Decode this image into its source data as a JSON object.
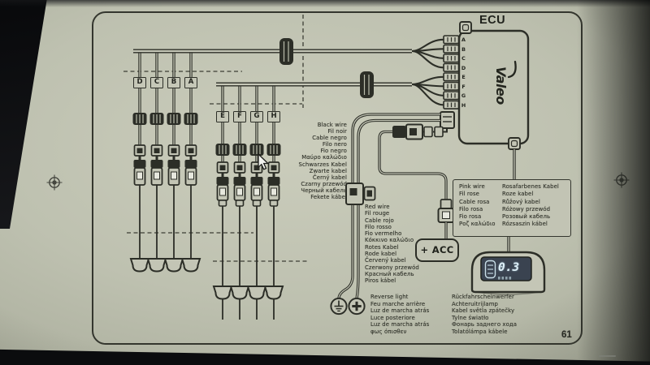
{
  "page": {
    "number": "61"
  },
  "diagram": {
    "ecu_label": "ECU",
    "brand": "Valeo",
    "acc_label": "+ ACC",
    "display_value": "0.3",
    "connectors": {
      "front": [
        "D",
        "C",
        "B",
        "A"
      ],
      "rear": [
        "E",
        "F",
        "G",
        "H"
      ],
      "ecu_pins": [
        "A",
        "B",
        "C",
        "D",
        "E",
        "F",
        "G",
        "H"
      ]
    },
    "labels": {
      "black_wire": [
        "Black wire",
        "Fil noir",
        "Cable negro",
        "Filo nero",
        "Fio negro",
        "Μαύρο καλώδιο",
        "Schwarzes Kabel",
        "Zwarte kabel",
        "Černý kabel",
        "Czarny przewód",
        "Черный кабель",
        "Fekete kábel"
      ],
      "red_wire": [
        "Red wire",
        "Fil rouge",
        "Cable rojo",
        "Filo rosso",
        "Fio vermelho",
        "Κόκκινο καλώδιο",
        "Rotes Kabel",
        "Rode kabel",
        "Červený kabel",
        "Czerwony przewód",
        "Красный кабель",
        "Piros kábel"
      ],
      "pink_col1": [
        "Pink wire",
        "Fil rose",
        "Cable rosa",
        "Filo rosa",
        "Fio rosa",
        "Ροζ καλώδιο"
      ],
      "pink_col2": [
        "Rosafarbenes Kabel",
        "Roze kabel",
        "Růžový kabel",
        "Różowy przewód",
        "Розовый кабель",
        "Rózsaszin kábel"
      ],
      "reverse_col1": [
        "Reverse light",
        "Feu marche arrière",
        "Luz de marcha atrás",
        "Luce posteriore",
        "Luz de marcha atrás",
        "φως όπισθεν"
      ],
      "reverse_col2": [
        "Rückfahrscheinwerfer",
        "Achteruitrijlamp",
        "Kabel světla zpátečky",
        "Tylne światło",
        "Фонарь заднего хода",
        "Tolatólámpa kábele"
      ]
    }
  },
  "colors": {
    "page": "#bec1b0",
    "ink": "#2c2e27",
    "display_screen": "#3a4350",
    "display_text": "#def0f8"
  }
}
